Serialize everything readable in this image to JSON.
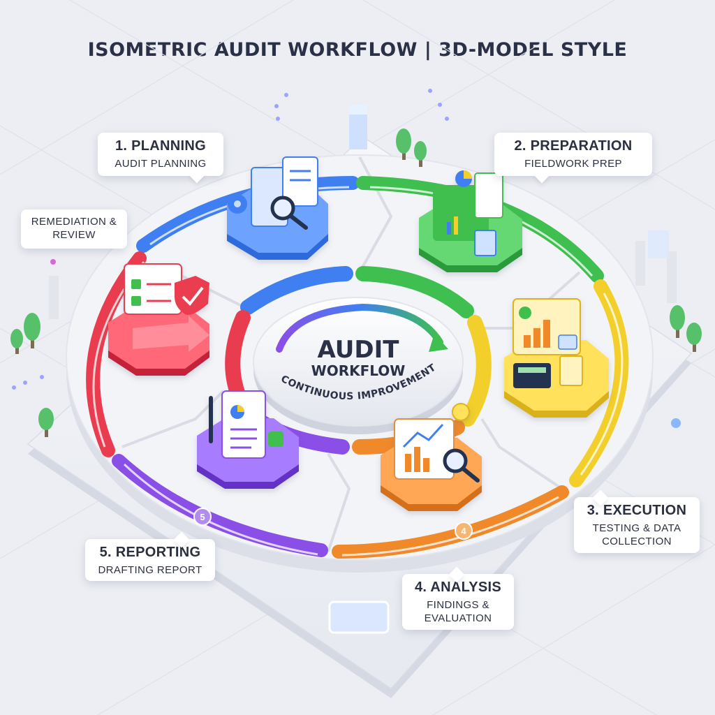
{
  "title": "ISOMETRIC AUDIT WORKFLOW | 3D-MODEL STYLE",
  "center": {
    "title_line1": "AUDIT",
    "title_line2": "WORKFLOW",
    "tagline": "CONTINUOUS IMPROVEMENT"
  },
  "stages": [
    {
      "title": "1. PLANNING",
      "subtitle": "AUDIT PLANNING",
      "color": "#3f7ff2"
    },
    {
      "title": "2. PREPARATION",
      "subtitle": "FIELDWORK PREP",
      "color": "#3fbf4f"
    },
    {
      "title": "3. EXECUTION",
      "subtitle": "TESTING & DATA COLLECTION",
      "color": "#f2cf2a"
    },
    {
      "title": "4. ANALYSIS",
      "subtitle": "FINDINGS & EVALUATION",
      "color": "#f0892a"
    },
    {
      "title": "5. REPORTING",
      "subtitle": "DRAFTING REPORT",
      "color": "#8a4fe6"
    },
    {
      "title": "",
      "subtitle": "REMEDIATION & REVIEW",
      "color": "#ea3c4f"
    }
  ],
  "ring_numbers": {
    "analysis": "4",
    "reporting": "5"
  }
}
